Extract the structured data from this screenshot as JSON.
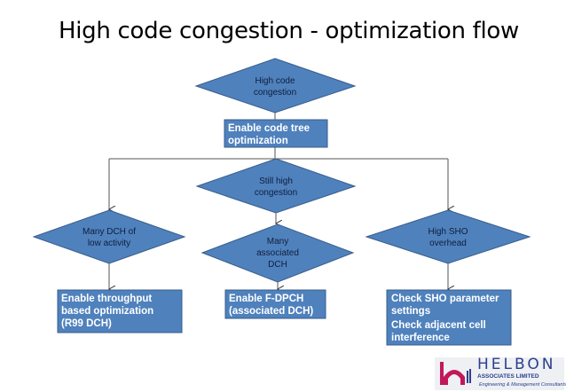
{
  "title": "High code congestion - optimization flow",
  "colors": {
    "shape_fill": "#4f81bd",
    "shape_stroke": "#385d8a",
    "diamond_text": "#0f1f3d",
    "box_text": "#ffffff",
    "logo_blue": "#2b3f8f",
    "logo_red": "#c2185b"
  },
  "nodes": {
    "d_start": [
      "High code",
      "congestion"
    ],
    "b_code_tree": [
      "Enable code tree",
      "optimization"
    ],
    "d_still": [
      "Still high",
      "congestion"
    ],
    "d_many_dch": [
      "Many DCH of",
      "low activity"
    ],
    "d_assoc": [
      "Many",
      "associated",
      "DCH"
    ],
    "d_sho": [
      "High SHO",
      "overhead"
    ],
    "b_throughput": [
      "Enable throughput",
      "based optimization",
      "(R99 DCH)"
    ],
    "b_fdpch": [
      "Enable F-DPCH",
      "(associated DCH)"
    ],
    "b_sho": [
      "Check SHO parameter",
      "settings",
      "Check adjacent cell",
      "interference"
    ]
  },
  "logo": {
    "name": "HELBON",
    "sub": "ASSOCIATES LIMITED",
    "tagline": "Engineering & Management Consultants"
  }
}
